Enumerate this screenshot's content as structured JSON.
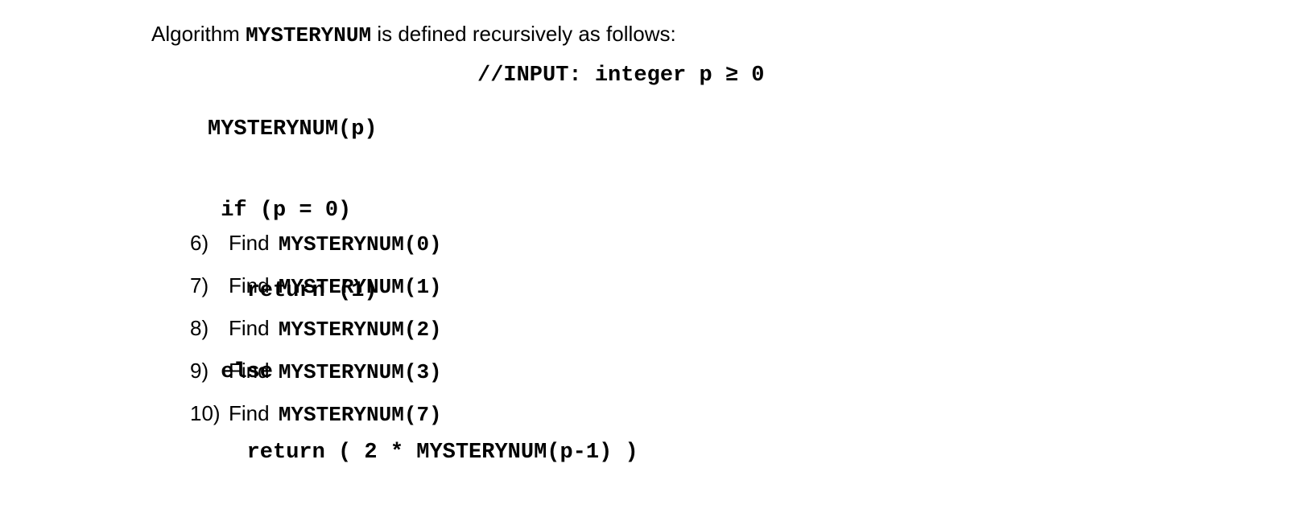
{
  "intro": {
    "prefix": "Algorithm",
    "name": "MYSTERYNUM",
    "suffix": "is defined recursively as follows:"
  },
  "code": {
    "lines": [
      "MYSTERYNUM(p)",
      " if (p = 0)",
      "   return (1)",
      " else",
      "   return ( 2 * MYSTERYNUM(p-1) )"
    ],
    "comment": "//INPUT: integer p ≥ 0"
  },
  "questions": [
    {
      "num": "6)",
      "find": "Find",
      "call": "MYSTERYNUM(0)"
    },
    {
      "num": "7)",
      "find": "Find",
      "call": "MYSTERYNUM(1)"
    },
    {
      "num": "8)",
      "find": "Find",
      "call": "MYSTERYNUM(2)"
    },
    {
      "num": "9)",
      "find": "Find",
      "call": "MYSTERYNUM(3)"
    },
    {
      "num": "10)",
      "find": "Find",
      "call": "MYSTERYNUM(7)"
    }
  ]
}
